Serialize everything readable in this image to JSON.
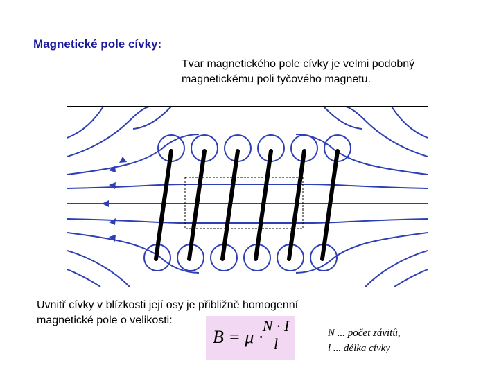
{
  "title": "Magnetické pole cívky:",
  "intro_lines": [
    "Tvar magnetického pole cívky je velmi podobný",
    "magnetickému poli tyčového magnetu."
  ],
  "bottom_lines": [
    "Uvnitř cívky v blízkosti její osy je přibližně homogenní",
    "magnetické pole o velikosti:"
  ],
  "formula": {
    "lhs": "B = μ ·",
    "numerator": "N · I",
    "denominator": "l"
  },
  "legend": [
    "N ... počet závitů,",
    "l ... délka cívky"
  ],
  "colors": {
    "title": "#1a1a9c",
    "field_lines": "#2e3fb5",
    "formula_bg": "#f2d8f2"
  }
}
